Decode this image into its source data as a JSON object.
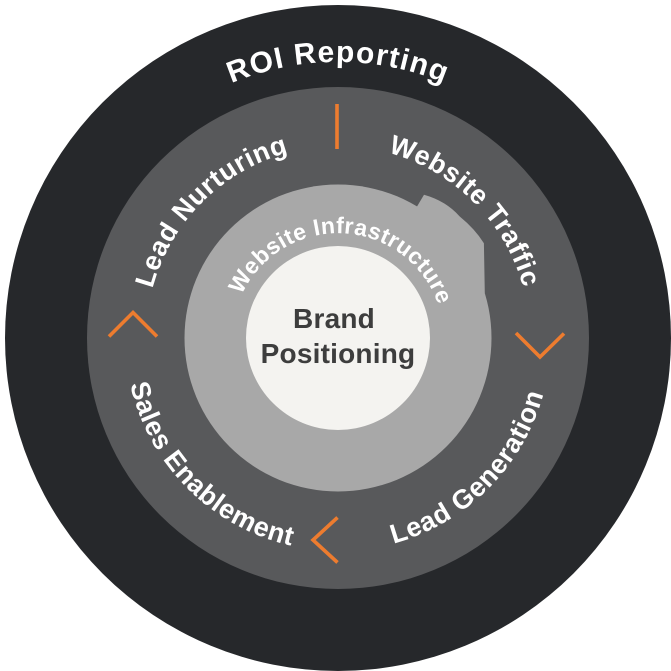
{
  "diagram": {
    "outer_label": "ROI Reporting",
    "ring_labels": {
      "top_left": "Lead Nurturing",
      "top_right": "Website Traffic",
      "bottom_right": "Lead Generation",
      "bottom_left": "Sales Enablement"
    },
    "inner_label": "Website Infrastructure",
    "center": {
      "lines": [
        "Brand",
        "Positioning"
      ]
    },
    "colors": {
      "outer_ring": "#26282B",
      "middle_ring": "#58595B",
      "inner_ring": "#A8A8A8",
      "center_circle": "#F4F3F0",
      "accent_orange": "#ED7C2F",
      "label_text": "#FFFFFF",
      "center_text": "#3D3D3D"
    }
  }
}
